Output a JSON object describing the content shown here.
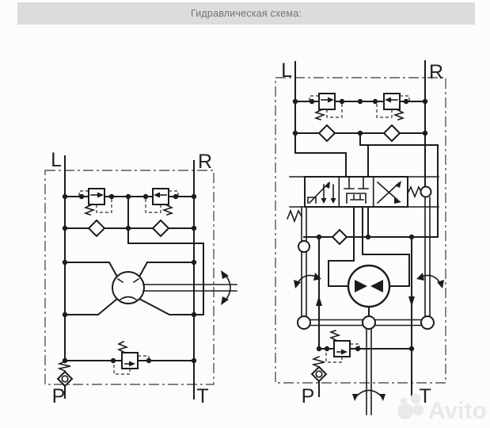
{
  "header": {
    "title": "Гидравлическая схема:"
  },
  "watermark": {
    "brand": "Avito"
  },
  "colors": {
    "paper": "#fcfcfb",
    "line": "#1c1c1c",
    "header_bg": "#dcdcdc",
    "header_text": "#757575",
    "dashdot_border": "#565656",
    "watermark": "#e9e9e8"
  },
  "icons": {
    "relief_valve": "square-with-flow-arrow-and-spring",
    "check_valve": "diamond",
    "check_valve_spring": "diamond-with-ball-and-spring",
    "rotary_meter": "circle-with-four-diagonal-ports",
    "directional_valve": "three-position-spool-box",
    "hydraulic_motor": "circle-with-two-facing-triangles",
    "rotation_arrow": "curved-double-arrow",
    "steering_column": "double-line-with-curved-arrow"
  },
  "diagrams": {
    "left": {
      "ports": {
        "left": "L",
        "right": "R",
        "pump": "P",
        "tank": "T"
      }
    },
    "right": {
      "ports": {
        "left": "L",
        "right": "R",
        "pump": "P",
        "tank": "T"
      }
    }
  }
}
